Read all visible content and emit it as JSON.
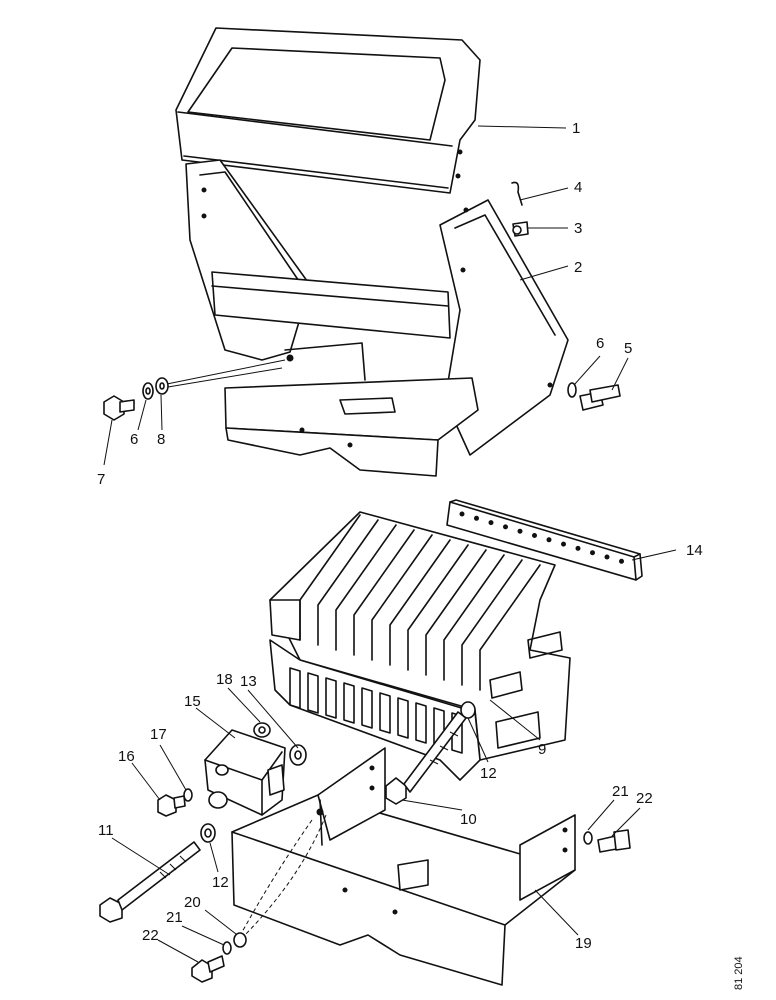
{
  "callouts": [
    {
      "id": "c1",
      "label": "1"
    },
    {
      "id": "c2",
      "label": "2"
    },
    {
      "id": "c3",
      "label": "3"
    },
    {
      "id": "c4",
      "label": "4"
    },
    {
      "id": "c5",
      "label": "5"
    },
    {
      "id": "c6a",
      "label": "6"
    },
    {
      "id": "c6b",
      "label": "6"
    },
    {
      "id": "c7",
      "label": "7"
    },
    {
      "id": "c8",
      "label": "8"
    },
    {
      "id": "c9",
      "label": "9"
    },
    {
      "id": "c10",
      "label": "10"
    },
    {
      "id": "c11",
      "label": "11"
    },
    {
      "id": "c12a",
      "label": "12"
    },
    {
      "id": "c12b",
      "label": "12"
    },
    {
      "id": "c13",
      "label": "13"
    },
    {
      "id": "c14",
      "label": "14"
    },
    {
      "id": "c15",
      "label": "15"
    },
    {
      "id": "c16",
      "label": "16"
    },
    {
      "id": "c17",
      "label": "17"
    },
    {
      "id": "c18",
      "label": "18"
    },
    {
      "id": "c19",
      "label": "19"
    },
    {
      "id": "c20",
      "label": "20"
    },
    {
      "id": "c21a",
      "label": "21"
    },
    {
      "id": "c21b",
      "label": "21"
    },
    {
      "id": "c22a",
      "label": "22"
    },
    {
      "id": "c22b",
      "label": "22"
    }
  ],
  "figure_ref": "81 204"
}
